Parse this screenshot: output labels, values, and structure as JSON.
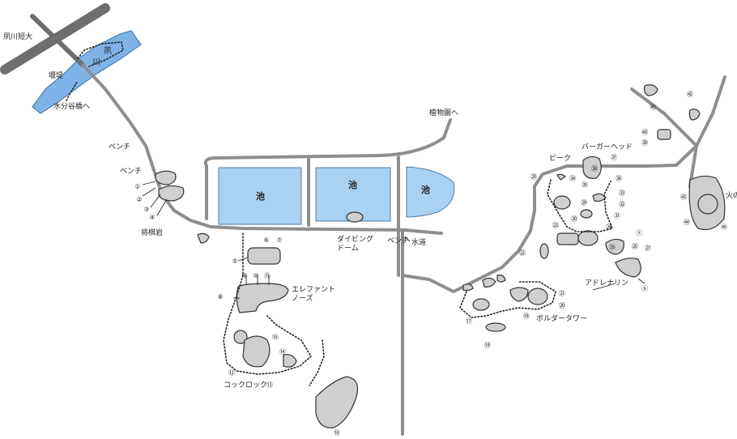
{
  "map": {
    "roads": {
      "top_left": "夙川短大",
      "weir": "堰堤",
      "suibun": "水分谷橋へ",
      "bench1": "ベンチ",
      "bench2": "ベンチ",
      "bench3": "ベンチ",
      "shogi": "将棋岩",
      "botanical": "植物園へ",
      "diving": "ダイビング\nドーム",
      "water": "水道",
      "river_chars": [
        "夙",
        "川"
      ]
    },
    "ponds": [
      "池",
      "池",
      "池"
    ],
    "areas": {
      "elephant": "エレファント\nノーズ",
      "cock": "コックロック",
      "peak": "ピーク",
      "burger": "バーガーヘッド",
      "adrenaline": "アドレナリン",
      "boulder": "ボルダータワー",
      "fire": "火の用心"
    },
    "markers": [
      "①",
      "②",
      "③",
      "④",
      "⑤",
      "⑥",
      "⑦",
      "⑧",
      "⑨",
      "⑩",
      "⑪",
      "⑫",
      "⑬",
      "⑭",
      "⑮",
      "⑯",
      "⑰",
      "⑱",
      "⑲",
      "⑳",
      "㉑",
      "㉒",
      "㉓",
      "㉔",
      "㉕",
      "㉖",
      "㉗",
      "㉘",
      "㉙",
      "㉚",
      "㉛",
      "㉜",
      "㉝",
      "㉞",
      "㉟",
      "㊱",
      "㊲",
      "㊳",
      "㊴",
      "㊵",
      "㊶",
      "㊷",
      "㊸",
      "㊹",
      "㊺",
      "ⓐ",
      "ⓑ"
    ],
    "colors": {
      "road": "#8e8e8e",
      "pond": "#a9d1f2",
      "river": "#7fb3e8",
      "rock": "#cfcfcf"
    }
  }
}
